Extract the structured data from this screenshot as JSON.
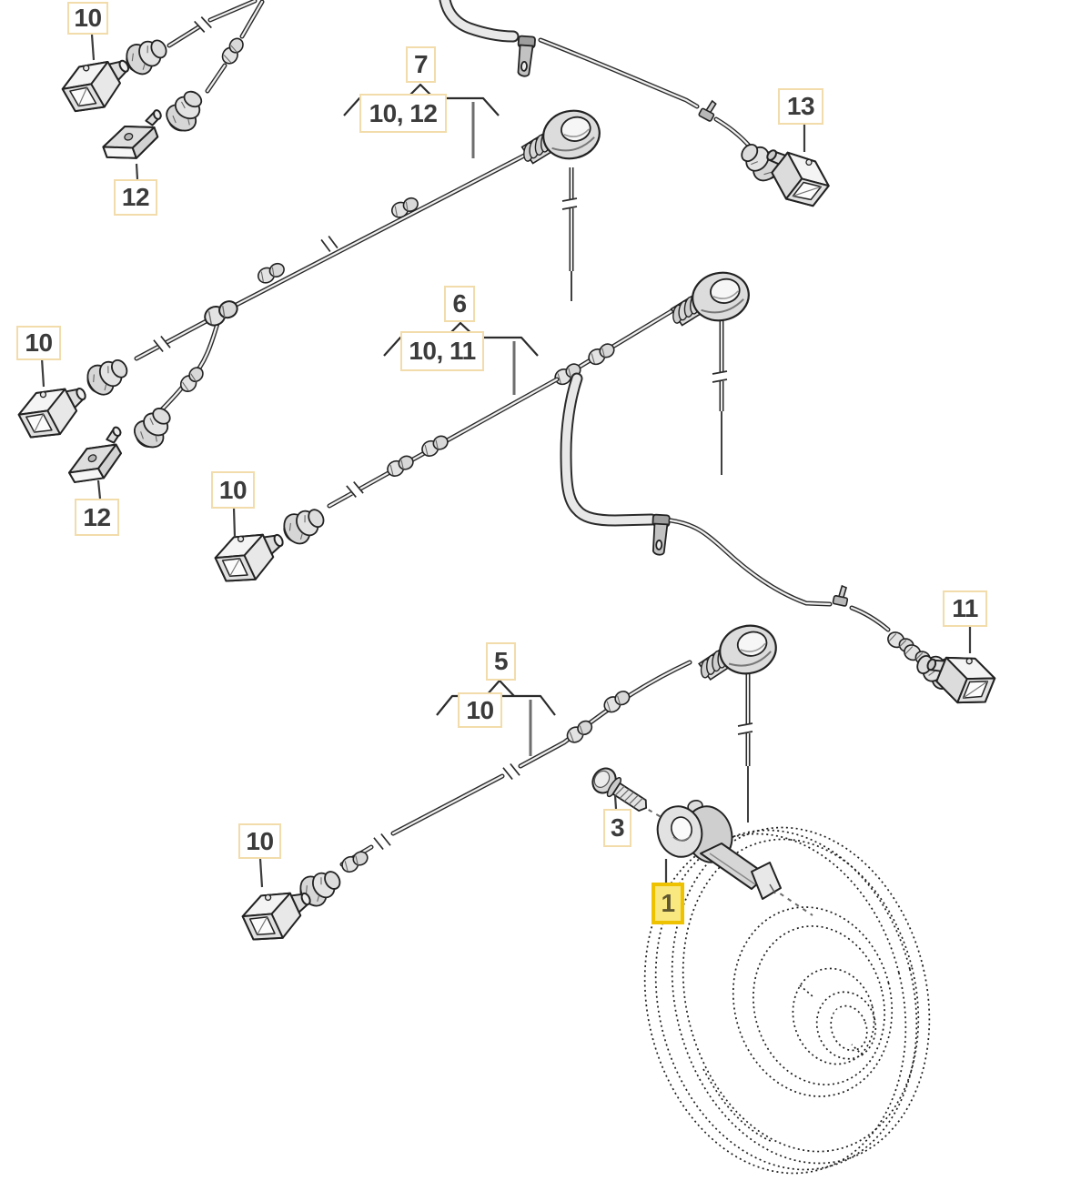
{
  "diagram_title": "ABS wheel speed sensor and wiring harness parts diagram",
  "colors": {
    "background": "#ffffff",
    "line_art": "#2b2b2b",
    "label_border": "#f2dcab",
    "label_text": "#3b3b3b",
    "highlight_border": "#eec200",
    "highlight_bg": "#f9e780",
    "highlight_text": "#5f5830"
  },
  "highlighted_callout": "1",
  "callouts": [
    {
      "id": "10-top-left",
      "text": "10",
      "highlighted": false
    },
    {
      "id": "12-top-left",
      "text": "12",
      "highlighted": false
    },
    {
      "id": "7",
      "text": "7",
      "highlighted": false
    },
    {
      "id": "7-parts",
      "text": "10, 12",
      "highlighted": false
    },
    {
      "id": "13",
      "text": "13",
      "highlighted": false
    },
    {
      "id": "6",
      "text": "6",
      "highlighted": false
    },
    {
      "id": "6-parts",
      "text": "10, 11",
      "highlighted": false
    },
    {
      "id": "10-mid-left",
      "text": "10",
      "highlighted": false
    },
    {
      "id": "12-mid-left",
      "text": "12",
      "highlighted": false
    },
    {
      "id": "10-mid",
      "text": "10",
      "highlighted": false
    },
    {
      "id": "11",
      "text": "11",
      "highlighted": false
    },
    {
      "id": "5",
      "text": "5",
      "highlighted": false
    },
    {
      "id": "5-parts",
      "text": "10",
      "highlighted": false
    },
    {
      "id": "3",
      "text": "3",
      "highlighted": false
    },
    {
      "id": "1",
      "text": "1",
      "highlighted": true
    },
    {
      "id": "10-bottom",
      "text": "10",
      "highlighted": false
    }
  ]
}
